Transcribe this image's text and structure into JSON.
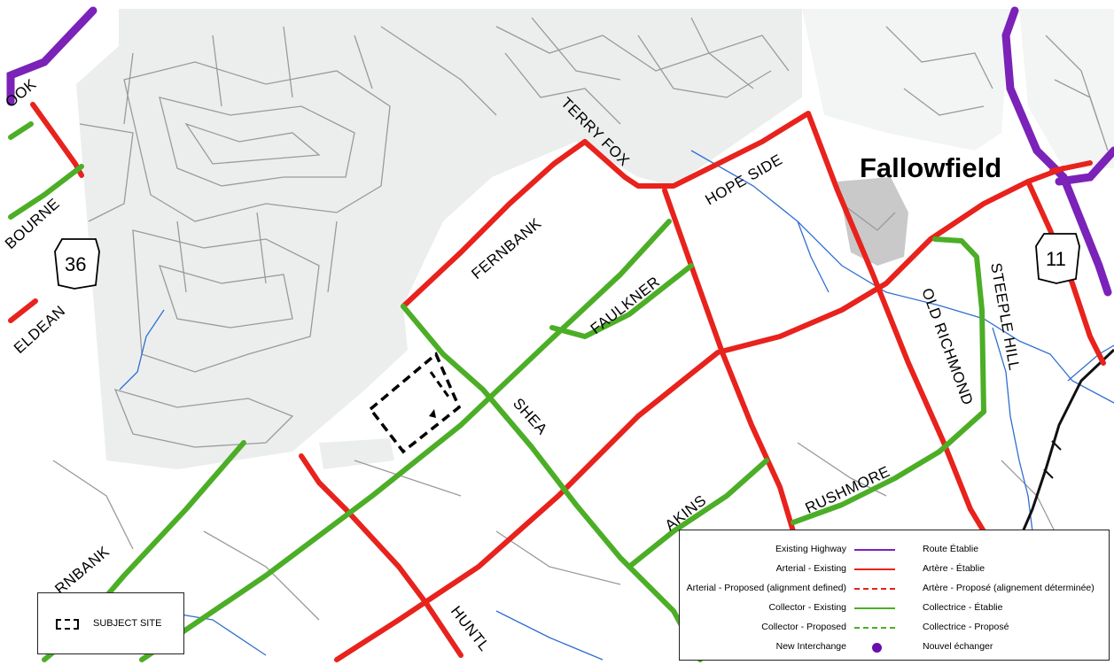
{
  "place_label": "Fallowfield",
  "highway_shields": [
    "36",
    "11"
  ],
  "road_labels": {
    "terry_fox": "TERRY FOX",
    "hope_side": "HOPE SIDE",
    "fernbank_north": "FERNBANK",
    "fernbank_south": "RNBANK",
    "faulkner": "FAULKNER",
    "shea": "SHEA",
    "akins": "AKINS",
    "rushmore": "RUSHMORE",
    "old_richmond": "OLD RICHMOND",
    "steeple_hill": "STEEPLE HILL",
    "huntley": "HUNTL",
    "brook": "OOK",
    "bourne": "BOURNE",
    "eldean": "ELDEAN"
  },
  "legend": {
    "items": [
      {
        "en": "Existing Highway",
        "fr": "Route Établie",
        "symbol": "solid",
        "color": "#7b22b8"
      },
      {
        "en": "Arterial - Existing",
        "fr": "Artère -  Établie",
        "symbol": "solid",
        "color": "#e8221c"
      },
      {
        "en": "Arterial - Proposed (alignment defined)",
        "fr": "Artère -  Proposé (alignement déterminée)",
        "symbol": "dashed",
        "color": "#e8221c"
      },
      {
        "en": "Collector - Existing",
        "fr": "Collectrice -  Établie",
        "symbol": "solid",
        "color": "#4cae26"
      },
      {
        "en": "Collector - Proposed",
        "fr": "Collectrice -  Proposé",
        "symbol": "dashed",
        "color": "#4cae26"
      },
      {
        "en": "New Interchange",
        "fr": "Nouvel échanger",
        "symbol": "dot",
        "color": "#6a0dad"
      }
    ]
  },
  "site_legend": {
    "label": "SUBJECT SITE"
  },
  "colors": {
    "urban_area": "#eceeee",
    "local_street": "#9a9a9a",
    "highway": "#7b22b8",
    "arterial": "#e8221c",
    "collector": "#4cae26",
    "watercourse": "#2f6fd0",
    "rail": "#111111"
  }
}
